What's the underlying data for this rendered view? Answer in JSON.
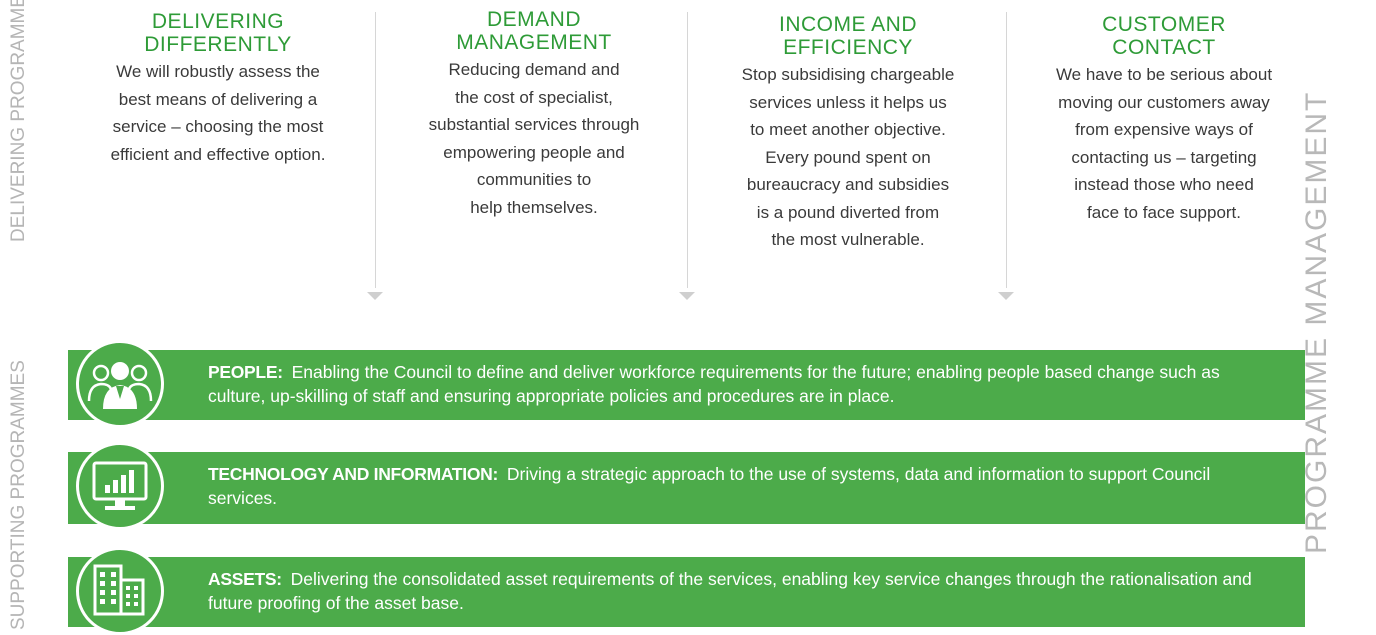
{
  "side_labels": {
    "delivering": "DELIVERING PROGRAMMES",
    "supporting": "SUPPORTING PROGRAMMES",
    "management": "PROGRAMME MANAGEMENT"
  },
  "columns": [
    {
      "title": [
        "DELIVERING",
        "DIFFERENTLY"
      ],
      "body": [
        "We will robustly assess the",
        "best means of delivering a",
        "service – choosing the most",
        "efficient and effective option."
      ]
    },
    {
      "title": [
        "DEMAND",
        "MANAGEMENT"
      ],
      "body": [
        "Reducing demand and",
        "the cost of specialist,",
        "substantial services through",
        "empowering people and",
        "communities to",
        "help themselves."
      ]
    },
    {
      "title": [
        "INCOME AND",
        "EFFICIENCY"
      ],
      "body": [
        "Stop subsidising chargeable",
        "services unless it helps us",
        "to meet another objective.",
        "Every pound spent on",
        "bureaucracy and subsidies",
        "is a pound diverted from",
        "the most vulnerable."
      ]
    },
    {
      "title": [
        "CUSTOMER",
        "CONTACT"
      ],
      "body": [
        "We have to be serious about",
        "moving our customers away",
        "from expensive ways of",
        "contacting us – targeting",
        "instead those who need",
        "face to face support."
      ]
    }
  ],
  "bands": [
    {
      "key": "PEOPLE:",
      "text": "Enabling the Council to define and deliver workforce requirements for the future; enabling people based change such as culture, up-skilling of staff and ensuring appropriate policies and procedures are in place.",
      "icon": "people-icon"
    },
    {
      "key": "TECHNOLOGY AND INFORMATION:",
      "text": "Driving a strategic approach to the use of systems, data and information to support Council services.",
      "icon": "monitor-chart-icon"
    },
    {
      "key": "ASSETS:",
      "text": "Delivering the consolidated asset requirements of the services, enabling key service changes through the rationalisation and future proofing of the asset base.",
      "icon": "buildings-icon"
    }
  ],
  "colors": {
    "green": "#4cab4a",
    "title_green": "#2e9b37",
    "side_grey": "#b5b5b5",
    "body_text": "#3a3a3a"
  }
}
